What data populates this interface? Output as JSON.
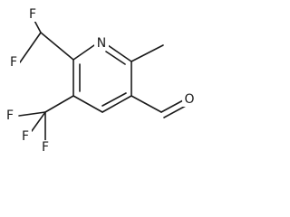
{
  "molecule": {
    "atoms": {
      "F1": "F",
      "F2": "F",
      "N": "N",
      "F3": "F",
      "F4": "F",
      "F5": "F",
      "O": "O"
    }
  }
}
